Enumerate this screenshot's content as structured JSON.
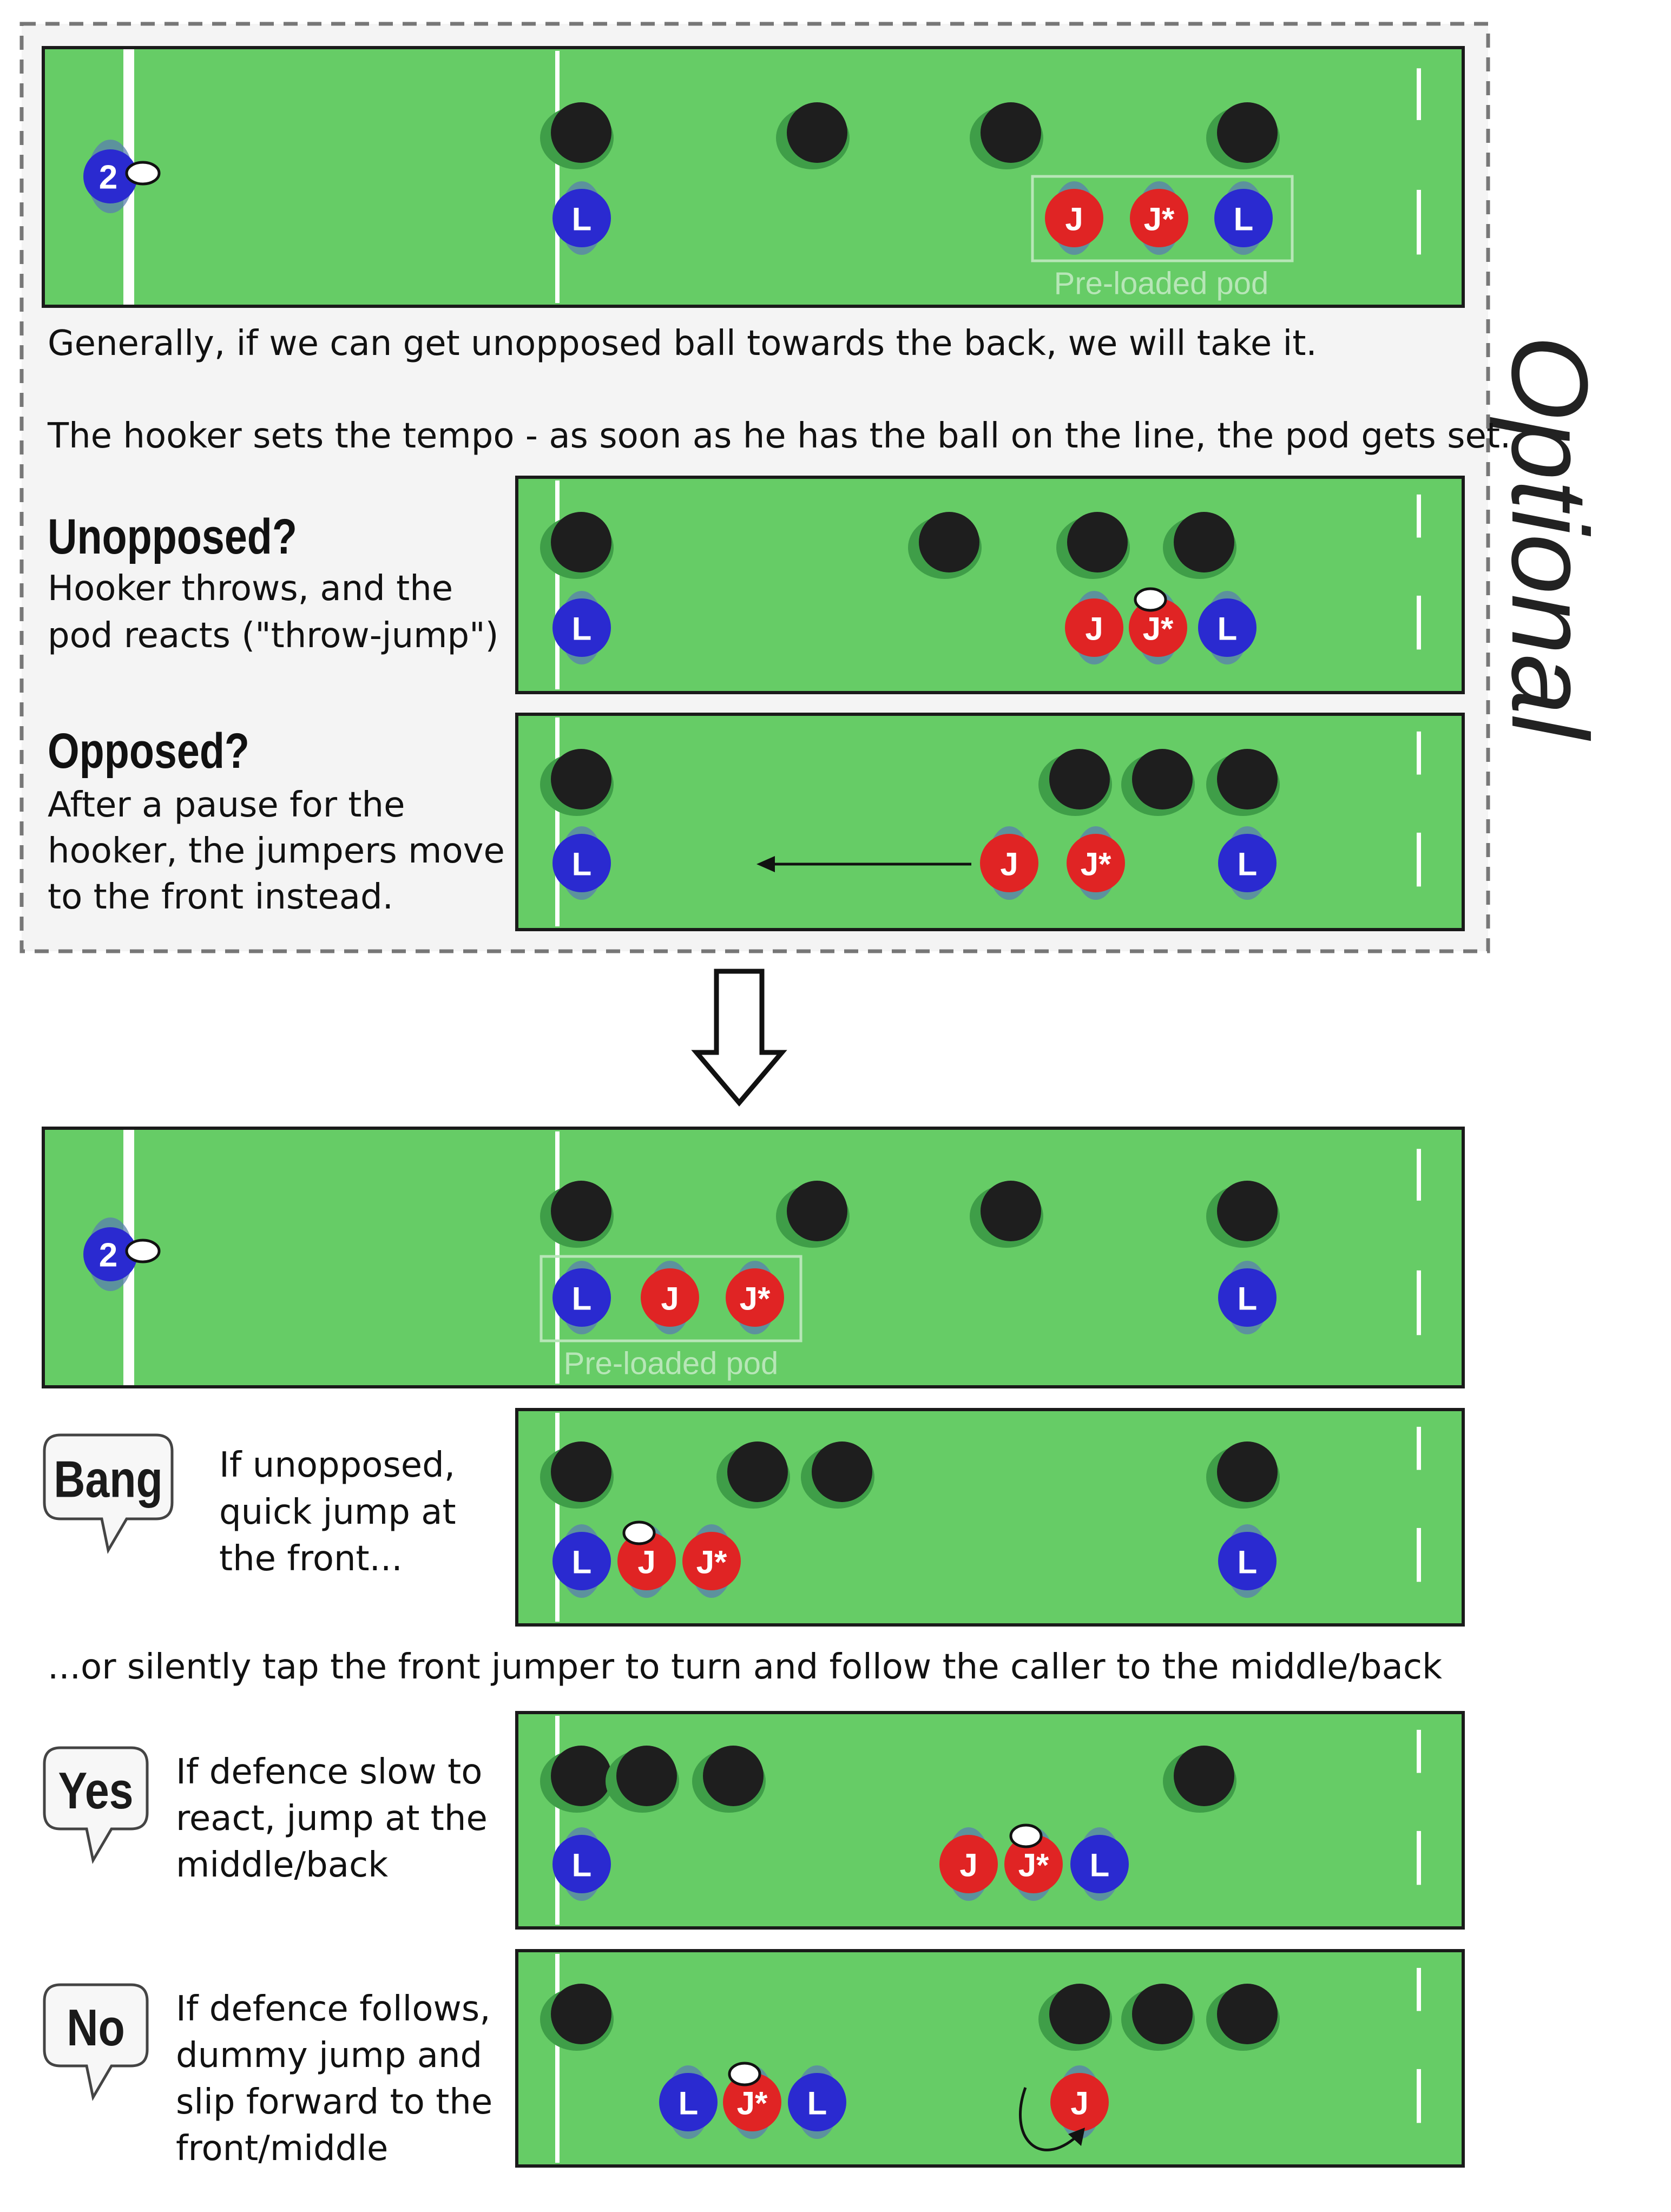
{
  "optional_label": "Optional",
  "intro_text_1": "Generally, if we can get unopposed ball towards the back, we will take it.",
  "intro_text_2": "The hooker sets the tempo - as soon as he has the ball on the line, the pod gets set.",
  "unopposed": {
    "heading": "Unopposed?",
    "line1": "Hooker throws, and the",
    "line2": "pod reacts (\"throw-jump\")"
  },
  "opposed": {
    "heading": "Opposed?",
    "line1": "After a pause for the",
    "line2": "hooker, the jumpers move",
    "line3": "to the front instead."
  },
  "middle_text": "...or silently tap the front jumper to turn and follow the caller to the middle/back",
  "calls": {
    "bang": {
      "word": "Bang",
      "line1": "If unopposed,",
      "line2": "quick jump at",
      "line3": "the front..."
    },
    "yes": {
      "word": "Yes",
      "line1": "If defence slow to",
      "line2": "react, jump at the",
      "line3": "middle/back"
    },
    "no": {
      "word": "No",
      "line1": "If defence follows,",
      "line2": "dummy jump and",
      "line3": "slip forward to the",
      "line4": "front/middle"
    }
  },
  "pod_label": "Pre-loaded pod",
  "player_labels": {
    "hooker": "2",
    "lifter": "L",
    "jumper": "J",
    "jumper_caller": "J*"
  },
  "colors": {
    "pitch": "#66cc66",
    "pitch_border": "#1a1a1a",
    "optional_panel": "#f4f4f4",
    "lifter": "#2a2ad0",
    "jumper": "#e02424",
    "opponent": "#1e1e1e",
    "shadow": "#3f9e48",
    "pod_box": "#b7e6b7"
  }
}
